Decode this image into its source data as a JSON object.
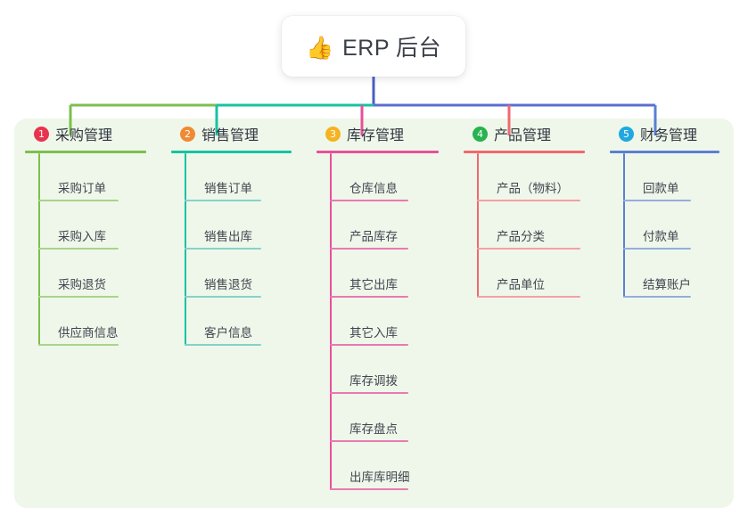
{
  "root": {
    "icon": "thumbs-up-icon",
    "emoji": "👍",
    "title": "ERP 后台"
  },
  "canvas": {
    "background": "#eff7ea"
  },
  "connector": {
    "trunk_color": "#4a5fc1",
    "bar_segments": [
      {
        "color": "#7cbf4e"
      },
      {
        "color": "#17c2a4"
      },
      {
        "color": "#5b6fd0"
      }
    ],
    "drop_colors": [
      "#7cbf4e",
      "#17c2a4",
      "#e8509a",
      "#f1696e",
      "#5b7fd4"
    ]
  },
  "columns": [
    {
      "index": "1",
      "badge_glyph": "1",
      "badge_color": "#e8344e",
      "title": "采购管理",
      "line_color": "#7cbf4e",
      "leaf_color": "#a8d48a",
      "leaf_width": 90,
      "items": [
        {
          "label": "采购订单"
        },
        {
          "label": "采购入库"
        },
        {
          "label": "采购退货"
        },
        {
          "label": "供应商信息"
        }
      ]
    },
    {
      "index": "2",
      "badge_glyph": "2",
      "badge_color": "#f08a33",
      "title": "销售管理",
      "line_color": "#17c2a4",
      "leaf_color": "#85d3c6",
      "leaf_width": 86,
      "items": [
        {
          "label": "销售订单"
        },
        {
          "label": "销售出库"
        },
        {
          "label": "销售退货"
        },
        {
          "label": "客户信息"
        }
      ]
    },
    {
      "index": "3",
      "badge_glyph": "3",
      "badge_color": "#f5b322",
      "title": "库存管理",
      "line_color": "#e8509a",
      "leaf_color": "#e87ab0",
      "leaf_width": 88,
      "items": [
        {
          "label": "仓库信息"
        },
        {
          "label": "产品库存"
        },
        {
          "label": "其它出库"
        },
        {
          "label": "其它入库"
        },
        {
          "label": "库存调拨"
        },
        {
          "label": "库存盘点"
        },
        {
          "label": "出库库明细"
        }
      ]
    },
    {
      "index": "4",
      "badge_glyph": "4",
      "badge_color": "#27b34f",
      "title": "产品管理",
      "line_color": "#f1696e",
      "leaf_color": "#f4a0a2",
      "leaf_width": 116,
      "items": [
        {
          "label": "产品（物料）"
        },
        {
          "label": "产品分类"
        },
        {
          "label": "产品单位"
        }
      ]
    },
    {
      "index": "5",
      "badge_glyph": "5",
      "badge_color": "#21a8e0",
      "title": "财务管理",
      "line_color": "#5b7fd4",
      "leaf_color": "#93aede",
      "leaf_width": 76,
      "items": [
        {
          "label": "回款单"
        },
        {
          "label": "付款单"
        },
        {
          "label": "结算账户"
        }
      ]
    }
  ]
}
